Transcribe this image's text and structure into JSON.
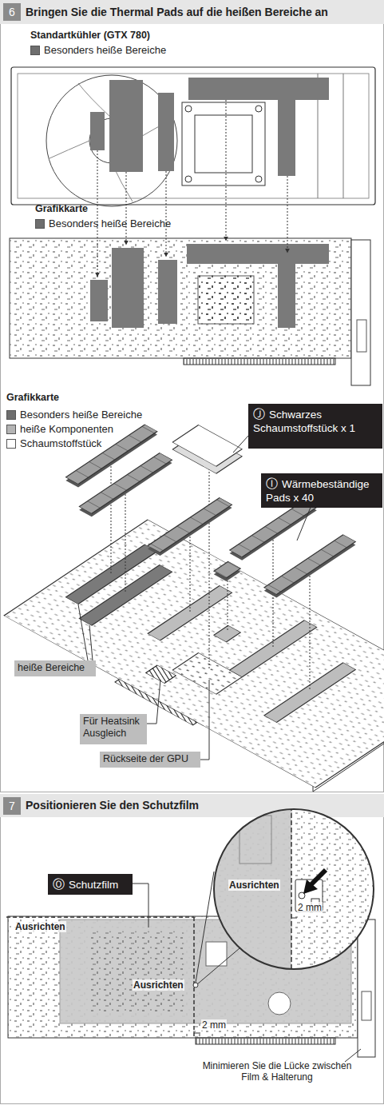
{
  "diagram": {
    "nodes": [
      {
        "text": [
          "6"
        ]
      },
      {
        "text": [
          "Ⓙ",
          "Schwarzes Schaumstoffstück x 1"
        ]
      },
      {
        "text": [
          "Ⓘ",
          "Wärmebeständige Pads x 40"
        ]
      },
      {
        "text": [
          "heiße Bereiche"
        ]
      },
      {
        "text": [
          "Für Heatsink Ausgleich"
        ]
      },
      {
        "text": [
          "Rückseite der GPU"
        ]
      },
      {
        "text": [
          "7"
        ]
      },
      {
        "text": [
          "Ⓞ",
          "Schutzfilm"
        ]
      }
    ],
    "labels": [
      "Bringen Sie die Thermal Pads auf die heißen Bereiche an",
      "Standartkühler (GTX 780)",
      "Grafikkarte",
      "Grafikkarte",
      "Positionieren Sie den Schutzfilm",
      "Ausrichten",
      "2 mm",
      "Ausrichten",
      "Ausrichten",
      "2 mm",
      "Minimieren Sie die Lücke zwischen Film & Halterung"
    ],
    "legend": [
      {
        "text": "Besonders heiße Bereiche",
        "color": "#6e6e6e"
      },
      {
        "text": "Besonders heiße Bereiche",
        "color": "#6e6e6e"
      },
      {
        "text": "Besonders heiße Bereiche",
        "color": "#6e6e6e"
      },
      {
        "text": "heiße Komponenten",
        "color": "#b4b4b4"
      },
      {
        "text": "Schaumstoffstück",
        "color": "#ffffff"
      }
    ]
  }
}
